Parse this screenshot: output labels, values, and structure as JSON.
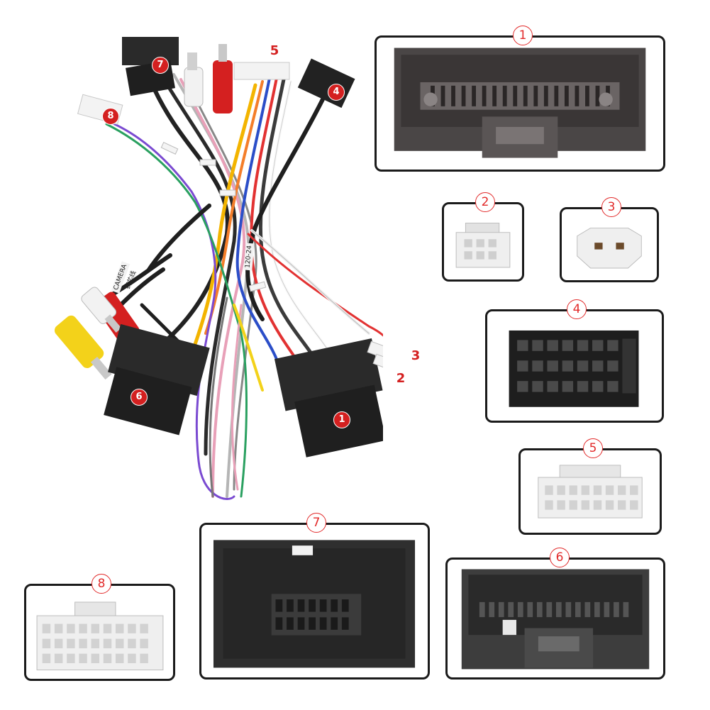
{
  "panels": [
    {
      "number": "1"
    },
    {
      "number": "2"
    },
    {
      "number": "3"
    },
    {
      "number": "4"
    },
    {
      "number": "5"
    },
    {
      "number": "6"
    },
    {
      "number": "7"
    },
    {
      "number": "8"
    }
  ],
  "photo_labels": {
    "l7": "7",
    "l5": "5",
    "l4": "4",
    "l8": "8",
    "l6": "6",
    "l1": "1",
    "l3": "3",
    "l2": "2"
  },
  "cable_text": [
    "CAMERA",
    "铜芯线",
    "120-24"
  ]
}
